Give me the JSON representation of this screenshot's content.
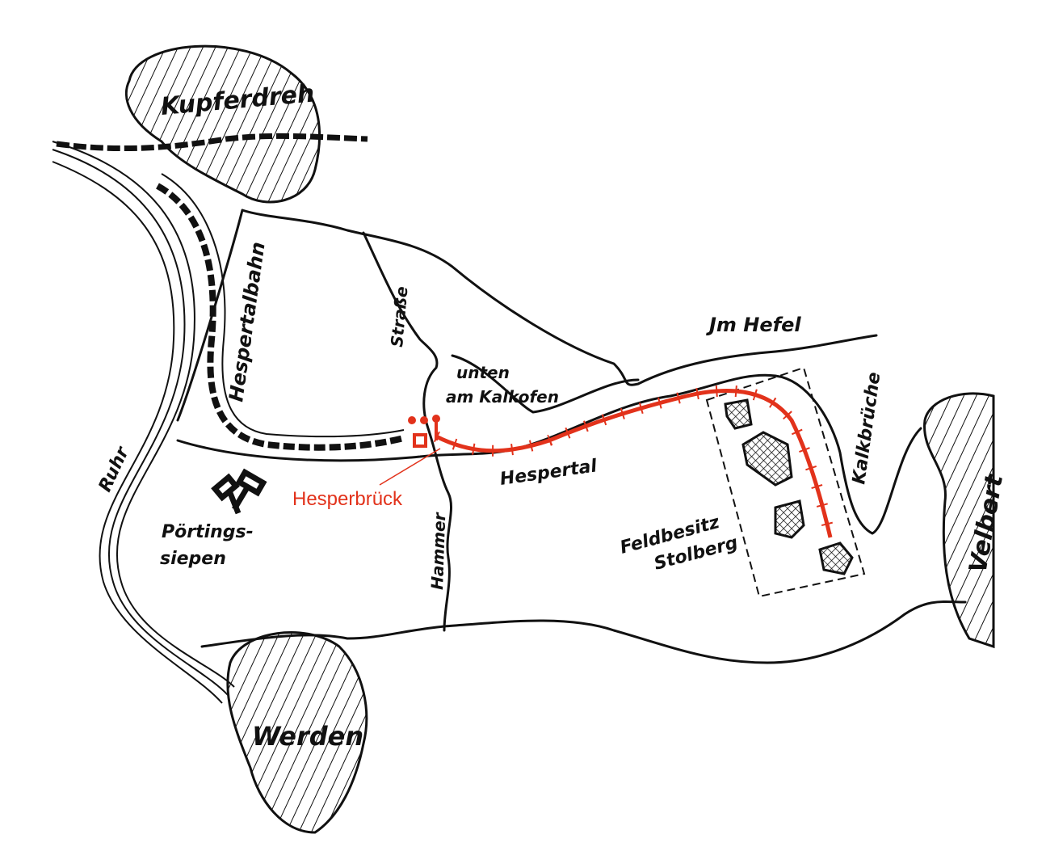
{
  "map": {
    "labels": {
      "kupferdreh": "Kupferdreh",
      "hespertalbahn": "Hespertalbahn",
      "strasse": "Straße",
      "unten": "unten",
      "am_kalkofen": "am Kalkofen",
      "im_hefel": "Jm Hefel",
      "kalkbrueche": "Kalkbrüche",
      "hespertal": "Hespertal",
      "hesperbrueck": "Hesperbrück",
      "ruhr": "Ruhr",
      "poertings": "Pörtings-",
      "siepen": "siepen",
      "hammer": "Hammer",
      "feldbesitz": "Feldbesitz",
      "stolberg": "Stolberg",
      "velbert": "Velbert",
      "werden": "Werden"
    },
    "colors": {
      "ink": "#111111",
      "route": "#e2321b"
    }
  }
}
